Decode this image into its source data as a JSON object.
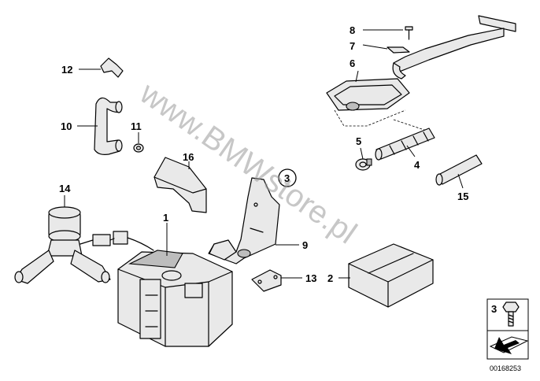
{
  "watermark": "www.BMWstore.pl",
  "reference_number": "00168253",
  "callouts": {
    "c1": "1",
    "c2": "2",
    "c3": "3",
    "c3_circle": "3",
    "c4": "4",
    "c5": "5",
    "c6": "6",
    "c7": "7",
    "c8": "8",
    "c9": "9",
    "c10": "10",
    "c11": "11",
    "c12": "12",
    "c13": "13",
    "c14": "14",
    "c15": "15",
    "c16": "16"
  },
  "colors": {
    "line": "#000000",
    "part_fill": "#e9e9e9",
    "watermark": "#9a9a9a"
  }
}
